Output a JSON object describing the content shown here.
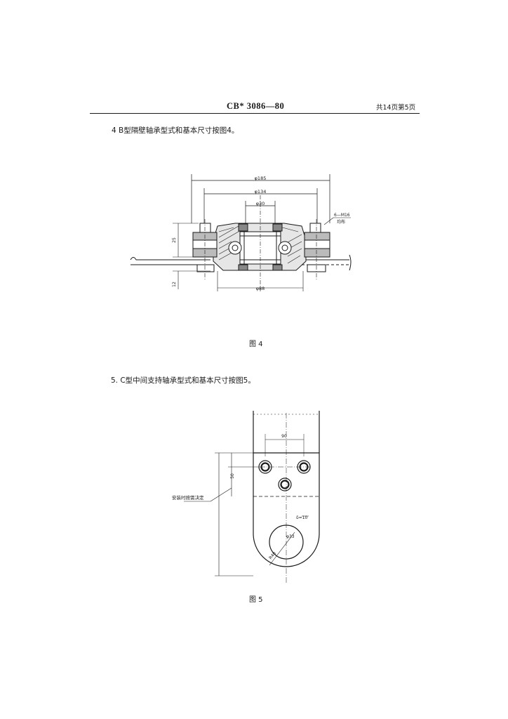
{
  "header": {
    "standard_no": "CB* 3086—80",
    "page_info": "共14页第5页"
  },
  "section4": {
    "text": "4  B型隔壁轴承型式和基本尺寸按图4。"
  },
  "figure4": {
    "caption": "图 4",
    "dims": {
      "outer_dia": "φ185",
      "bolt_circle": "φ134",
      "inner_top": "φ30",
      "inner_bottom": "φ88",
      "height": "25",
      "lower": "12",
      "bolt_spec": "6—M16",
      "bolt_note": "均布"
    }
  },
  "section5": {
    "text": "5. C型中间支持轴承型式和基本尺寸按图5。"
  },
  "figure5": {
    "caption": "图 5",
    "dims": {
      "spacing": "90",
      "height": "50",
      "label": "安装时按需决定",
      "thickness": "δ=10",
      "hole_dia": "φ33",
      "radius": "R40"
    }
  }
}
